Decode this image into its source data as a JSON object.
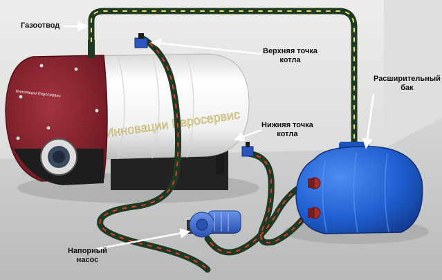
{
  "labels": {
    "gas_outlet": "Газоотвод",
    "boiler_top_point": [
      "Верхняя точка",
      "котла"
    ],
    "boiler_bottom_point": [
      "Нижняя точка",
      "котла"
    ],
    "expansion_tank": [
      "Расширительный",
      "бак"
    ],
    "pressure_pump": [
      "Напорный",
      "насос"
    ]
  },
  "boiler": {
    "brand_text": "Инновации Евросервис",
    "door_plate_text": "Инновации Евросервис"
  },
  "colors": {
    "wall": "#e4e4e2",
    "floor": "#c9cacb",
    "boiler_body": "#f3f3f3",
    "boiler_door": "#8e2430",
    "tank": "#1f5fd0",
    "pipe": "#1f3a23",
    "flow_arrow_hot": "#e23b2a",
    "flow_arrow_cold": "#f0e060",
    "pump": "#3b6bd8"
  }
}
